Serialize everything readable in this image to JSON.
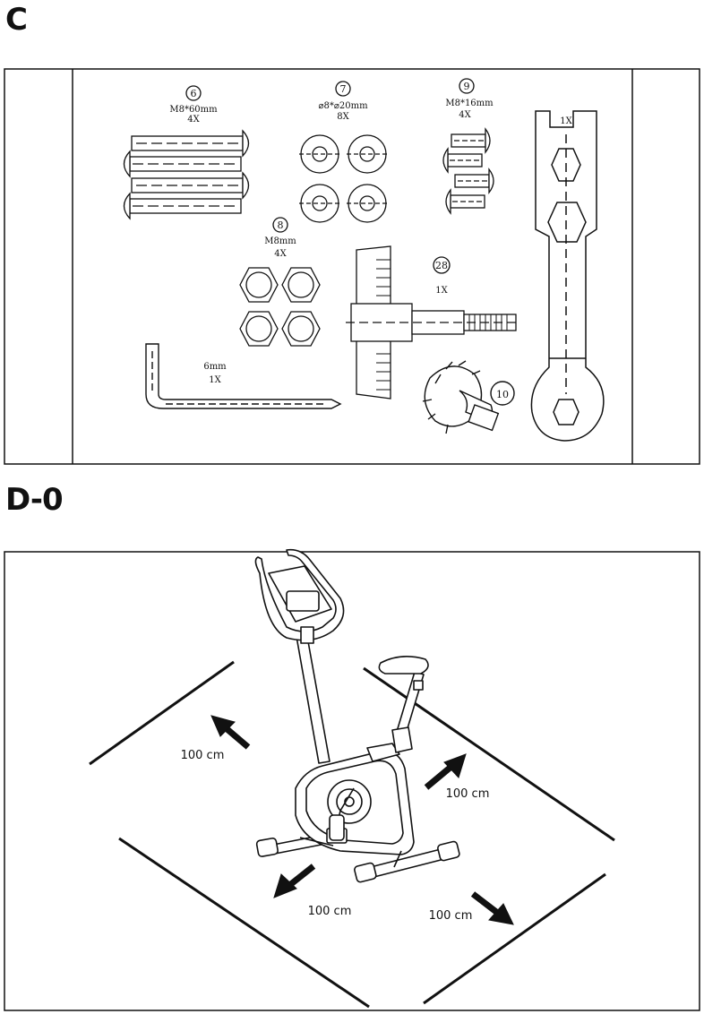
{
  "sections": {
    "hardware_title": "C",
    "setup_title": "D-0"
  },
  "hardware": {
    "part6": {
      "number": "6",
      "size": "M8*60mm",
      "qty": "4X"
    },
    "part7": {
      "number": "7",
      "size": "⌀8*⌀20mm",
      "qty": "8X"
    },
    "part9": {
      "number": "9",
      "size": "M8*16mm",
      "qty": "4X"
    },
    "part8": {
      "number": "8",
      "size": "M8mm",
      "qty": "4X"
    },
    "part28": {
      "number": "28",
      "qty": "1X"
    },
    "part10": {
      "number": "10"
    },
    "allen_key": {
      "size": "6mm",
      "qty": "1X"
    },
    "wrench": {
      "qty": "1X"
    }
  },
  "clearance": {
    "top_left": "100 cm",
    "top_right": "100 cm",
    "bottom_left": "100 cm",
    "bottom_right": "100 cm"
  }
}
